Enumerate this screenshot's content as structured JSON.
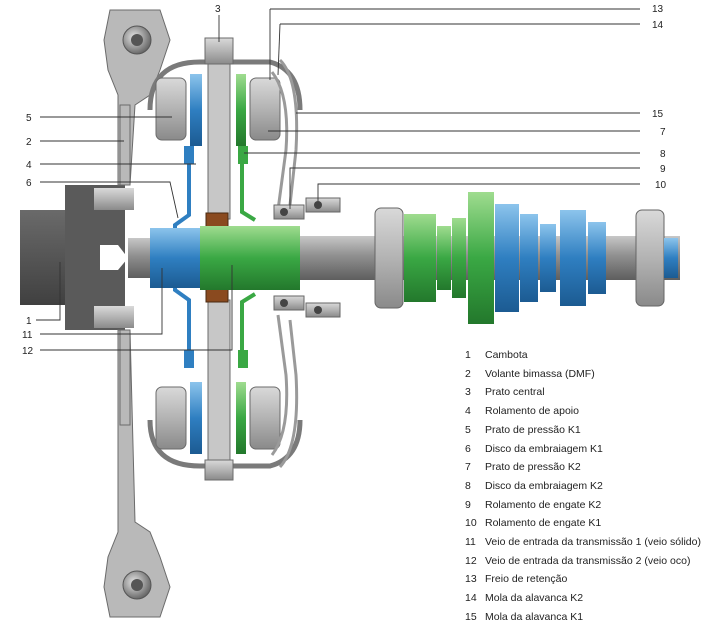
{
  "callouts": [
    {
      "n": "1"
    },
    {
      "n": "2"
    },
    {
      "n": "3"
    },
    {
      "n": "4"
    },
    {
      "n": "5"
    },
    {
      "n": "6"
    },
    {
      "n": "7"
    },
    {
      "n": "8"
    },
    {
      "n": "9"
    },
    {
      "n": "10"
    },
    {
      "n": "11"
    },
    {
      "n": "12"
    },
    {
      "n": "13"
    },
    {
      "n": "14"
    },
    {
      "n": "15"
    }
  ],
  "legend": [
    {
      "num": "1",
      "label": "Cambota"
    },
    {
      "num": "2",
      "label": "Volante bimassa (DMF)"
    },
    {
      "num": "3",
      "label": "Prato central"
    },
    {
      "num": "4",
      "label": "Rolamento de apoio"
    },
    {
      "num": "5",
      "label": "Prato de pressão K1"
    },
    {
      "num": "6",
      "label": "Disco da embraiagem K1"
    },
    {
      "num": "7",
      "label": "Prato de pressão K2"
    },
    {
      "num": "8",
      "label": "Disco da embraiagem K2"
    },
    {
      "num": "9",
      "label": "Rolamento de engate K2"
    },
    {
      "num": "10",
      "label": "Rolamento de engate K1"
    },
    {
      "num": "11",
      "label": "Veio de entrada da transmissão 1 (veio sólido)"
    },
    {
      "num": "12",
      "label": "Veio de entrada da transmissão 2 (veio oco)"
    },
    {
      "num": "13",
      "label": "Freio de retenção"
    },
    {
      "num": "14",
      "label": "Mola da alavanca K2"
    },
    {
      "num": "15",
      "label": "Mola da alavanca K1"
    }
  ],
  "colors": {
    "k1_blue": "#2f7fc1",
    "k2_green": "#3aa844",
    "housing_grey": "#8c8c8c",
    "crankshaft_grey": "#5a5a5a",
    "shaft_grey": "#a0a0a0"
  }
}
